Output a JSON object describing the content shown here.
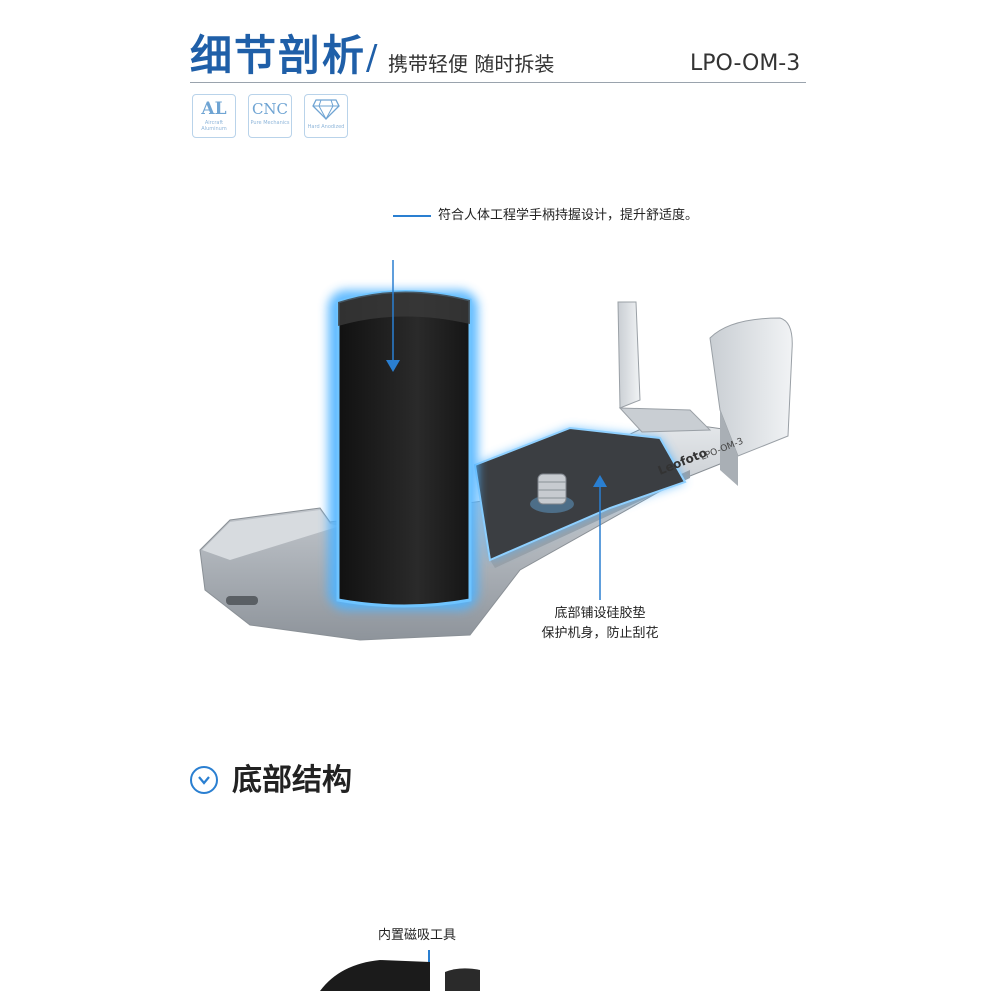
{
  "header": {
    "title": "细节剖析",
    "slash": "/",
    "subtitle": "携带轻便 随时拆装",
    "model": "LPO-OM-3"
  },
  "badges": [
    {
      "main": "AL",
      "sub": "Aircraft Aluminum"
    },
    {
      "main": "CNC",
      "sub": "Pure Mechanics"
    },
    {
      "main": "",
      "sub": "Hard Anodized",
      "icon": "diamond-icon"
    }
  ],
  "product": {
    "logo": "Leofoto",
    "engraving": "LPO-OM-3"
  },
  "annotations": {
    "grip": "符合人体工程学手柄持握设计，提升舒适度。",
    "pad_line1": "底部铺设硅胶垫",
    "pad_line2": "保护机身，防止刮花",
    "magnetic_tool": "内置磁吸工具"
  },
  "section": {
    "title": "底部结构"
  },
  "colors": {
    "brand_blue": "#1f5fa8",
    "accent_blue": "#2a7fd1",
    "glow": "#4fb3ff"
  }
}
